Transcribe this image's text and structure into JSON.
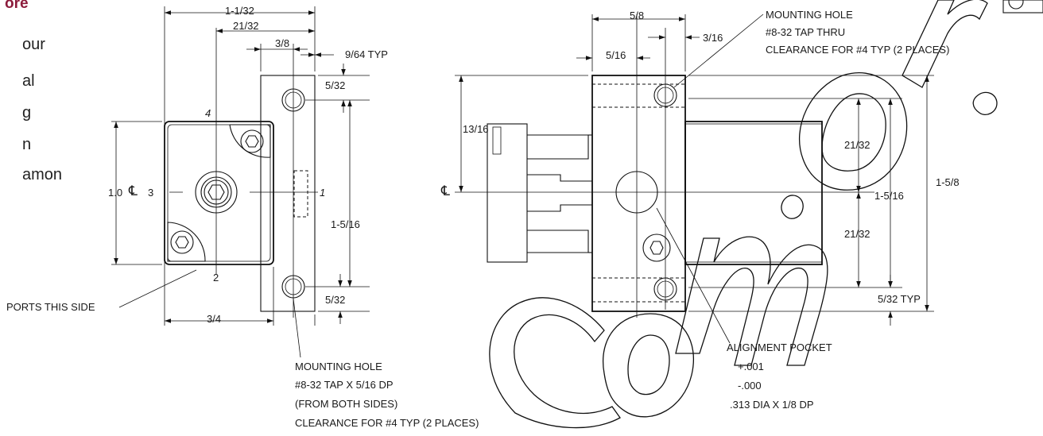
{
  "header": {
    "title": "ore"
  },
  "sidebar": {
    "lines": [
      "our",
      "al",
      "g",
      "n",
      "amon"
    ]
  },
  "left_view": {
    "dim_overall": "1-1/32",
    "dim_21_32": "21/32",
    "dim_3_8": "3/8",
    "dim_9_64": "9/64 TYP",
    "dim_5_32_top": "5/32",
    "dim_5_32_bottom": "5/32",
    "dim_1_5_16": "1-5/16",
    "dim_1_0": "1.0",
    "dim_3_4": "3/4",
    "centerline": "℄",
    "port_1": "1",
    "port_2": "2",
    "port_3": "3",
    "port_4": "4",
    "ports_note": "PORTS THIS SIDE",
    "mounting_hole_note": [
      "MOUNTING HOLE",
      "#8-32 TAP X 5/16 DP",
      "(FROM BOTH SIDES)",
      "CLEARANCE FOR #4 TYP (2 PLACES)"
    ]
  },
  "right_view": {
    "dim_5_8": "5/8",
    "dim_5_16": "5/16",
    "dim_3_16": "3/16",
    "dim_13_16": "13/16",
    "dim_21_32_top": "21/32",
    "dim_21_32_bottom": "21/32",
    "dim_1_5_16": "1-5/16",
    "dim_1_5_8": "1-5/8",
    "dim_5_32_typ": "5/32 TYP",
    "centerline": "℄",
    "mounting_hole_note": [
      "MOUNTING HOLE",
      "#8-32 TAP THRU",
      "CLEARANCE FOR #4 TYP (2 PLACES)"
    ],
    "alignment_note": [
      "ALIGNMENT POCKET",
      "+.001",
      "-.000",
      ".313 DIA X 1/8 DP"
    ]
  },
  "watermark": {
    "text": "com.or"
  }
}
